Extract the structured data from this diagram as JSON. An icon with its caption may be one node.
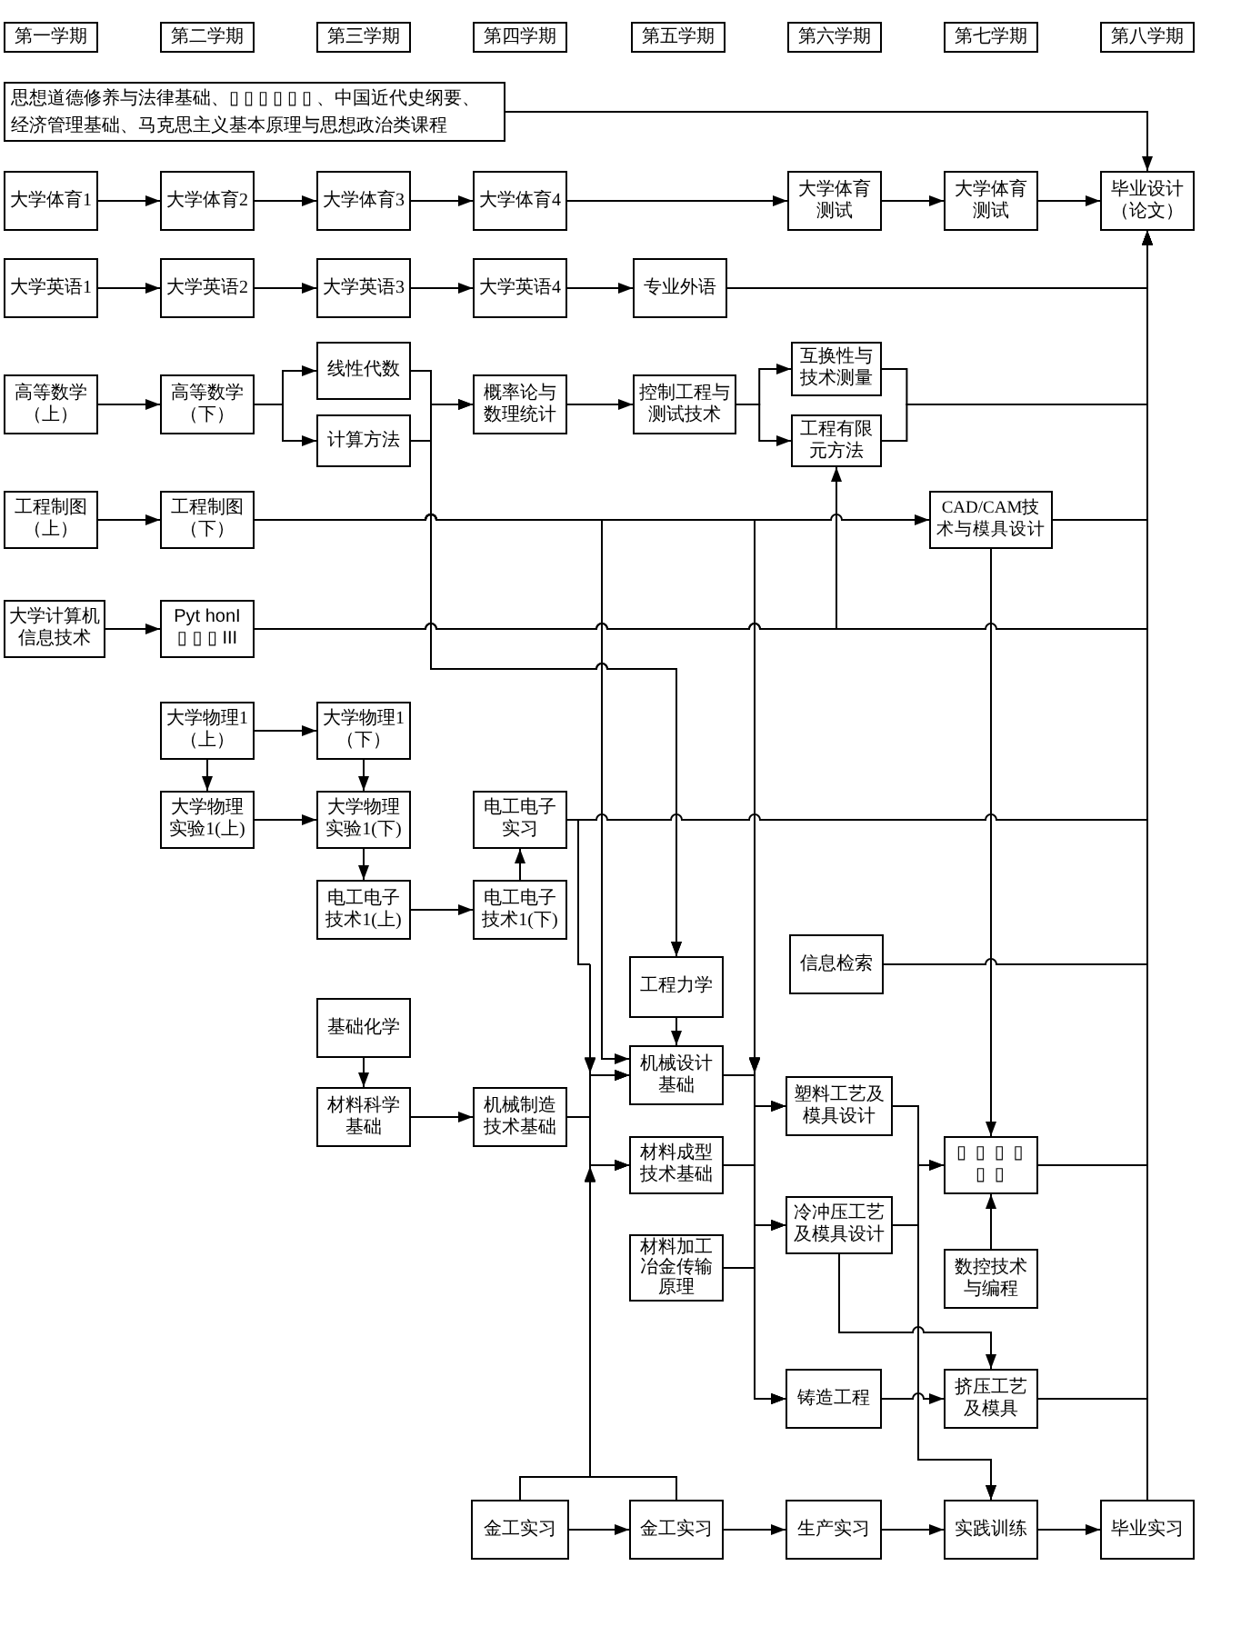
{
  "diagram": {
    "nodes": [
      {
        "text": [
          "第一学期"
        ]
      },
      {
        "text": [
          "第二学期"
        ]
      },
      {
        "text": [
          "第三学期"
        ]
      },
      {
        "text": [
          "第四学期"
        ]
      },
      {
        "text": [
          "第五学期"
        ]
      },
      {
        "text": [
          "第六学期"
        ]
      },
      {
        "text": [
          "第七学期"
        ]
      },
      {
        "text": [
          "第八学期"
        ]
      },
      {
        "text": [
          "思想道德修养与法律基础、▯ ▯ ▯ ▯ ▯ ▯ 、中国近代史纲要、经济管理基础、马克思主义基本原理与思想政治类课程"
        ]
      },
      {
        "text": [
          "大学体育1"
        ]
      },
      {
        "text": [
          "大学体育2"
        ]
      },
      {
        "text": [
          "大学体育3"
        ]
      },
      {
        "text": [
          "大学体育4"
        ]
      },
      {
        "text": [
          "大学体育测试"
        ]
      },
      {
        "text": [
          "大学体育测试"
        ]
      },
      {
        "text": [
          "毕业设计（论文）"
        ]
      },
      {
        "text": [
          "大学英语1"
        ]
      },
      {
        "text": [
          "大学英语2"
        ]
      },
      {
        "text": [
          "大学英语3"
        ]
      },
      {
        "text": [
          "大学英语4"
        ]
      },
      {
        "text": [
          "专业外语"
        ]
      },
      {
        "text": [
          "高等数学（上）"
        ]
      },
      {
        "text": [
          "高等数学（下）"
        ]
      },
      {
        "text": [
          "线性代数"
        ]
      },
      {
        "text": [
          "计算方法"
        ]
      },
      {
        "text": [
          "概率论与数理统计"
        ]
      },
      {
        "text": [
          "控制工程与测试技术"
        ]
      },
      {
        "text": [
          "互换性与技术测量"
        ]
      },
      {
        "text": [
          "工程有限元方法"
        ]
      },
      {
        "text": [
          "工程制图（上）"
        ]
      },
      {
        "text": [
          "工程制图（下）"
        ]
      },
      {
        "text": [
          "CAD/CAM技术与模具设计"
        ]
      },
      {
        "text": [
          "大学计算机信息技术"
        ]
      },
      {
        "text": [
          "Pyt honI ▯ ▯ ▯ III"
        ]
      },
      {
        "text": [
          "大学物理1（上）"
        ]
      },
      {
        "text": [
          "大学物理1（下）"
        ]
      },
      {
        "text": [
          "大学物理实验1(上)"
        ]
      },
      {
        "text": [
          "大学物理实验1(下)"
        ]
      },
      {
        "text": [
          "电工电子实习"
        ]
      },
      {
        "text": [
          "电工电子技术1(上)"
        ]
      },
      {
        "text": [
          "电工电子技术1(下)"
        ]
      },
      {
        "text": [
          "工程力学"
        ]
      },
      {
        "text": [
          "信息检索"
        ]
      },
      {
        "text": [
          "基础化学"
        ]
      },
      {
        "text": [
          "材料科学基础"
        ]
      },
      {
        "text": [
          "机械制造技术基础"
        ]
      },
      {
        "text": [
          "机械设计基础"
        ]
      },
      {
        "text": [
          "材料成型技术基础"
        ]
      },
      {
        "text": [
          "材料加工冶金传输原理"
        ]
      },
      {
        "text": [
          "塑料工艺及模具设计"
        ]
      },
      {
        "text": [
          "▯ ▯ ▯ ▯ ▯ ▯"
        ]
      },
      {
        "text": [
          "冷冲压工艺及模具设计"
        ]
      },
      {
        "text": [
          "数控技术与编程"
        ]
      },
      {
        "text": [
          "铸造工程"
        ]
      },
      {
        "text": [
          "挤压工艺及模具"
        ]
      },
      {
        "text": [
          "金工实习"
        ]
      },
      {
        "text": [
          "金工实习"
        ]
      },
      {
        "text": [
          "生产实习"
        ]
      },
      {
        "text": [
          "实践训练"
        ]
      },
      {
        "text": [
          "毕业实习"
        ]
      }
    ],
    "edges": [
      {
        "from": 8,
        "to": 15,
        "arrow": "to"
      },
      {
        "from": 9,
        "to": 10,
        "arrow": "to"
      },
      {
        "from": 10,
        "to": 11,
        "arrow": "to"
      },
      {
        "from": 11,
        "to": 12,
        "arrow": "to"
      },
      {
        "from": 12,
        "to": 13,
        "arrow": "to"
      },
      {
        "from": 13,
        "to": 14,
        "arrow": "to"
      },
      {
        "from": 14,
        "to": 15,
        "arrow": "to"
      },
      {
        "from": 16,
        "to": 17,
        "arrow": "to"
      },
      {
        "from": 17,
        "to": 18,
        "arrow": "to"
      },
      {
        "from": 18,
        "to": 19,
        "arrow": "to"
      },
      {
        "from": 19,
        "to": 20,
        "arrow": "to"
      },
      {
        "from": 20,
        "to": 15,
        "arrow": "to"
      },
      {
        "from": 21,
        "to": 22,
        "arrow": "to"
      },
      {
        "from": 22,
        "to": 23,
        "arrow": "to"
      },
      {
        "from": 22,
        "to": 24,
        "arrow": "to"
      },
      {
        "from": 23,
        "to": 25,
        "arrow": "to"
      },
      {
        "from": 24,
        "to": 25,
        "arrow": "to"
      },
      {
        "from": 23,
        "to": 41,
        "arrow": "to"
      },
      {
        "from": 24,
        "to": 41,
        "arrow": "to"
      },
      {
        "from": 25,
        "to": 26,
        "arrow": "to"
      },
      {
        "from": 26,
        "to": 27,
        "arrow": "to"
      },
      {
        "from": 26,
        "to": 28,
        "arrow": "to"
      },
      {
        "from": 27,
        "to": 15,
        "arrow": "to"
      },
      {
        "from": 28,
        "to": 15,
        "arrow": "to"
      },
      {
        "from": 29,
        "to": 30,
        "arrow": "to"
      },
      {
        "from": 30,
        "to": 31,
        "arrow": "to"
      },
      {
        "from": 31,
        "to": 15,
        "arrow": "to"
      },
      {
        "from": 30,
        "to": 46,
        "arrow": "to"
      },
      {
        "from": 30,
        "to": 49,
        "arrow": "to"
      },
      {
        "from": 30,
        "to": 51,
        "arrow": "to"
      },
      {
        "from": 30,
        "to": 53,
        "arrow": "to"
      },
      {
        "from": 32,
        "to": 33,
        "arrow": "to"
      },
      {
        "from": 33,
        "to": 15,
        "arrow": "to"
      },
      {
        "from": 33,
        "to": 28,
        "arrow": "to"
      },
      {
        "from": 31,
        "to": 50,
        "arrow": "to"
      },
      {
        "from": 34,
        "to": 35,
        "arrow": "to"
      },
      {
        "from": 34,
        "to": 36,
        "arrow": "to"
      },
      {
        "from": 35,
        "to": 37,
        "arrow": "to"
      },
      {
        "from": 36,
        "to": 37,
        "arrow": "to"
      },
      {
        "from": 37,
        "to": 39,
        "arrow": "to"
      },
      {
        "from": 39,
        "to": 40,
        "arrow": "to"
      },
      {
        "from": 40,
        "to": 38,
        "arrow": "to"
      },
      {
        "from": 38,
        "to": 15,
        "arrow": "to"
      },
      {
        "from": 38,
        "to": 46,
        "arrow": "to"
      },
      {
        "from": 38,
        "to": 47,
        "arrow": "to"
      },
      {
        "from": 41,
        "to": 46,
        "arrow": "to"
      },
      {
        "from": 42,
        "to": 15,
        "arrow": "to"
      },
      {
        "from": 43,
        "to": 44,
        "arrow": "to"
      },
      {
        "from": 44,
        "to": 45,
        "arrow": "to"
      },
      {
        "from": 45,
        "to": 46,
        "arrow": "to"
      },
      {
        "from": 45,
        "to": 47,
        "arrow": "to"
      },
      {
        "from": 55,
        "to": 46,
        "arrow": "to"
      },
      {
        "from": 55,
        "to": 47,
        "arrow": "to"
      },
      {
        "from": 56,
        "to": 46,
        "arrow": "to"
      },
      {
        "from": 56,
        "to": 47,
        "arrow": "to"
      },
      {
        "from": 46,
        "to": 49,
        "arrow": "to"
      },
      {
        "from": 46,
        "to": 51,
        "arrow": "to"
      },
      {
        "from": 46,
        "to": 53,
        "arrow": "to"
      },
      {
        "from": 47,
        "to": 49,
        "arrow": "to"
      },
      {
        "from": 47,
        "to": 51,
        "arrow": "to"
      },
      {
        "from": 47,
        "to": 53,
        "arrow": "to"
      },
      {
        "from": 48,
        "to": 49,
        "arrow": "to"
      },
      {
        "from": 48,
        "to": 51,
        "arrow": "to"
      },
      {
        "from": 48,
        "to": 53,
        "arrow": "to"
      },
      {
        "from": 49,
        "to": 50,
        "arrow": "to"
      },
      {
        "from": 51,
        "to": 50,
        "arrow": "to"
      },
      {
        "from": 49,
        "to": 58,
        "arrow": "to"
      },
      {
        "from": 51,
        "to": 58,
        "arrow": "to"
      },
      {
        "from": 51,
        "to": 54,
        "arrow": "to"
      },
      {
        "from": 52,
        "to": 50,
        "arrow": "to"
      },
      {
        "from": 50,
        "to": 15,
        "arrow": "to"
      },
      {
        "from": 53,
        "to": 54,
        "arrow": "to"
      },
      {
        "from": 54,
        "to": 15,
        "arrow": "to"
      },
      {
        "from": 55,
        "to": 56,
        "arrow": "to"
      },
      {
        "from": 56,
        "to": 57,
        "arrow": "to"
      },
      {
        "from": 57,
        "to": 58,
        "arrow": "to"
      },
      {
        "from": 58,
        "to": 59,
        "arrow": "to"
      },
      {
        "from": 59,
        "to": 15,
        "arrow": "to"
      }
    ]
  }
}
